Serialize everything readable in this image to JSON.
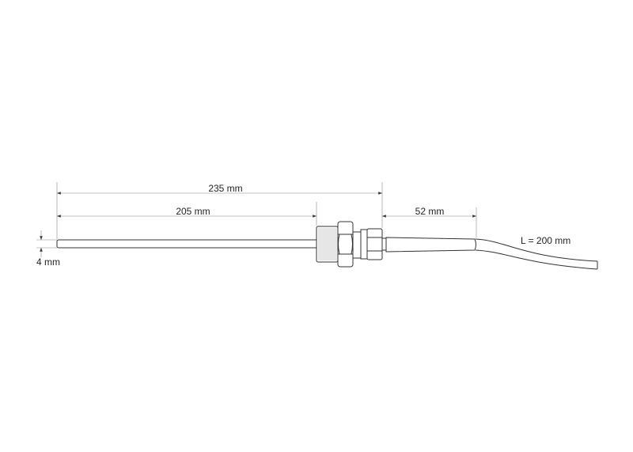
{
  "dimensions": {
    "overall_length": "235 mm",
    "probe_length": "205 mm",
    "sleeve_length": "52 mm",
    "diameter": "4 mm",
    "cable_length": "L = 200 mm"
  }
}
